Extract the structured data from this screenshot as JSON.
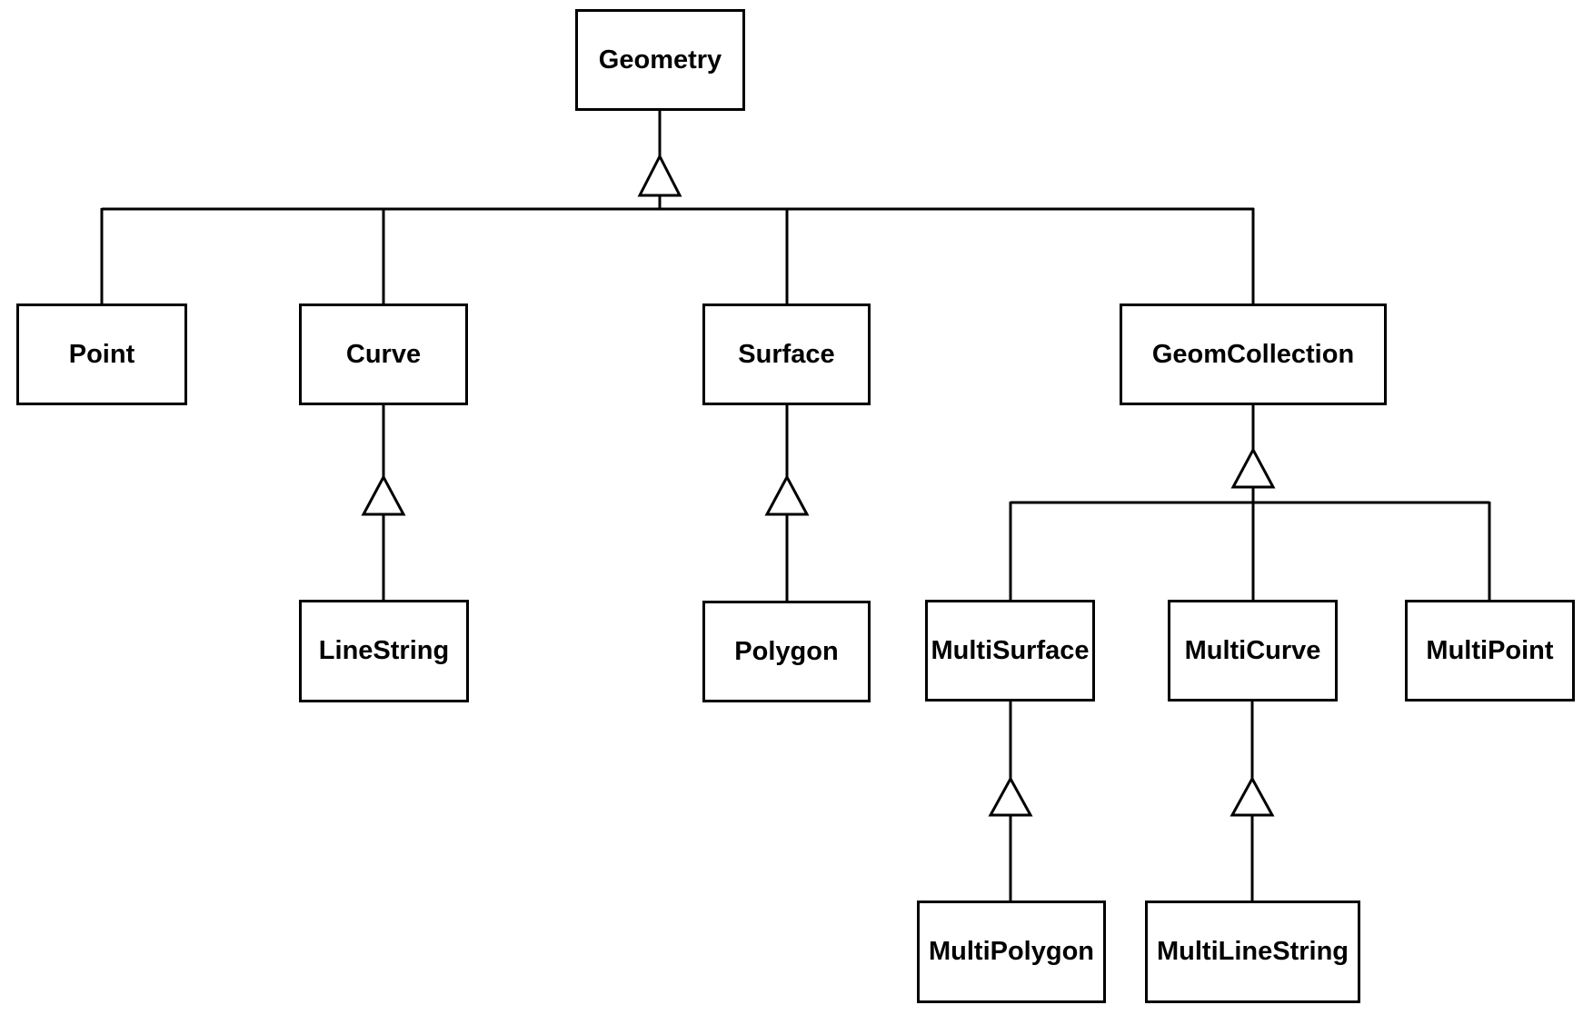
{
  "diagram": {
    "kind": "uml-class-hierarchy",
    "colors": {
      "background": "#ffffff",
      "box_fill": "#ffffff",
      "box_border": "#000000",
      "text": "#000000",
      "line": "#000000"
    },
    "nodes": {
      "geometry": "Geometry",
      "point": "Point",
      "curve": "Curve",
      "surface": "Surface",
      "geomcollection": "GeomCollection",
      "linestring": "LineString",
      "polygon": "Polygon",
      "multisurface": "MultiSurface",
      "multicurve": "MultiCurve",
      "multipoint": "MultiPoint",
      "multipolygon": "MultiPolygon",
      "multilinestring": "MultiLineString"
    },
    "edges": [
      {
        "child": "Point",
        "parent": "Geometry",
        "relation": "generalization"
      },
      {
        "child": "Curve",
        "parent": "Geometry",
        "relation": "generalization"
      },
      {
        "child": "Surface",
        "parent": "Geometry",
        "relation": "generalization"
      },
      {
        "child": "GeomCollection",
        "parent": "Geometry",
        "relation": "generalization"
      },
      {
        "child": "LineString",
        "parent": "Curve",
        "relation": "generalization"
      },
      {
        "child": "Polygon",
        "parent": "Surface",
        "relation": "generalization"
      },
      {
        "child": "MultiSurface",
        "parent": "GeomCollection",
        "relation": "generalization"
      },
      {
        "child": "MultiCurve",
        "parent": "GeomCollection",
        "relation": "generalization"
      },
      {
        "child": "MultiPoint",
        "parent": "GeomCollection",
        "relation": "generalization"
      },
      {
        "child": "MultiPolygon",
        "parent": "MultiSurface",
        "relation": "generalization"
      },
      {
        "child": "MultiLineString",
        "parent": "MultiCurve",
        "relation": "generalization"
      }
    ]
  }
}
